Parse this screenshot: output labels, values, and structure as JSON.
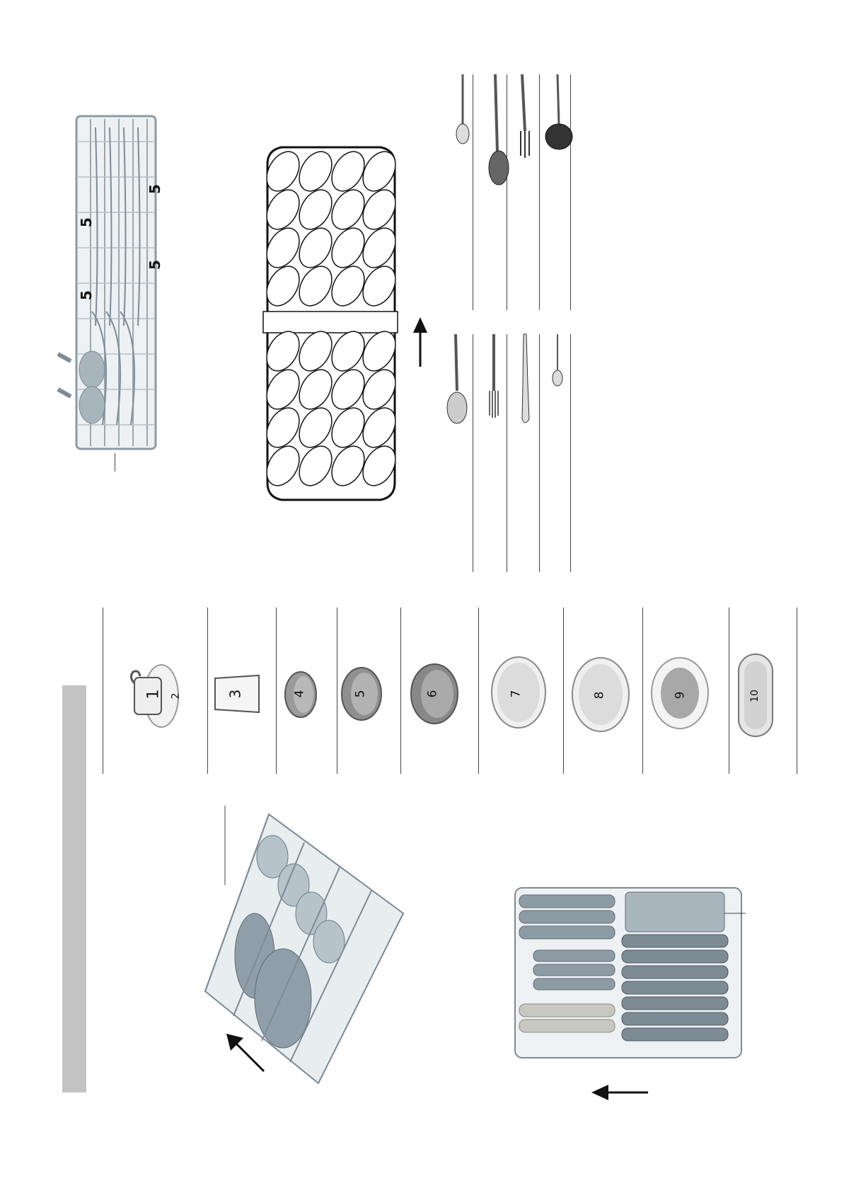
{
  "cutlery_rack_counts": [
    "5",
    "5",
    "5",
    "5"
  ],
  "dish_types": [
    {
      "num": "1",
      "sub": "2",
      "icon": "cup-and-saucer-icon"
    },
    {
      "num": "3",
      "icon": "glass-icon"
    },
    {
      "num": "4",
      "icon": "small-bowl-icon"
    },
    {
      "num": "5",
      "icon": "medium-bowl-icon"
    },
    {
      "num": "6",
      "icon": "large-bowl-icon"
    },
    {
      "num": "7",
      "icon": "dessert-plate-icon"
    },
    {
      "num": "8",
      "icon": "dinner-plate-icon"
    },
    {
      "num": "9",
      "icon": "soup-plate-icon"
    },
    {
      "num": "10",
      "icon": "oval-platter-icon"
    }
  ],
  "cutlery_items": [
    "teaspoon-icon",
    "serving-spoon-icon",
    "serving-fork-icon",
    "ladle-icon",
    "soup-spoon-icon",
    "fork-icon",
    "knife-icon",
    "small-spoon-icon"
  ],
  "colors": {
    "band": "#c3c3c3",
    "rack": "#9aa7b0",
    "dish": "#8a9aa6",
    "line": "#444444"
  }
}
